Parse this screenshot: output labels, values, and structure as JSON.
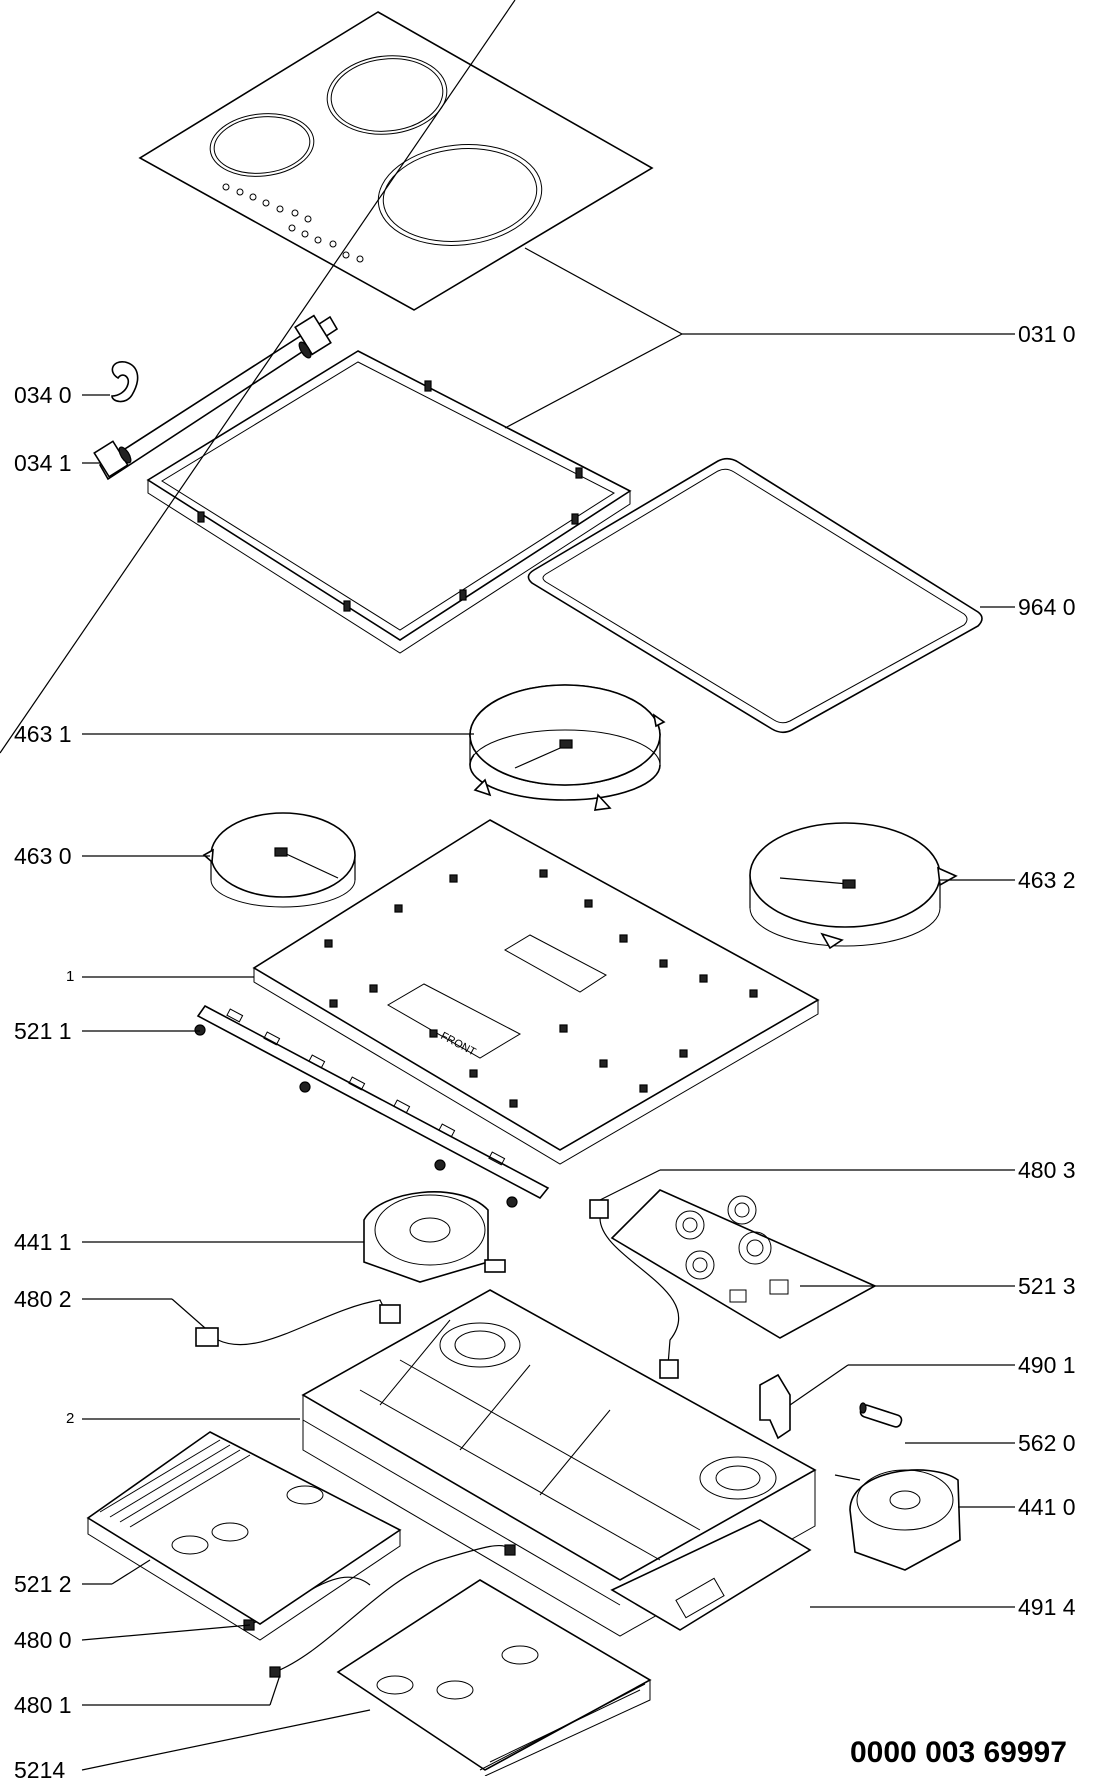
{
  "document_number": "0000 003 69997",
  "labels": {
    "p031_0": "031 0",
    "p034_0": "034 0",
    "p034_1": "034 1",
    "p964_0": "964 0",
    "p463_1": "463 1",
    "p463_0": "463 0",
    "p463_2": "463 2",
    "p1": "1",
    "p521_1": "521 1",
    "p480_3": "480 3",
    "p441_1": "441 1",
    "p521_3": "521 3",
    "p480_2": "480 2",
    "p490_1": "490 1",
    "p2": "2",
    "p562_0": "562 0",
    "p441_0": "441 0",
    "p521_2": "521 2",
    "p491_4": "491 4",
    "p480_0": "480 0",
    "p480_1": "480 1",
    "p5214": "5214"
  },
  "glass_top_text": "FRONT"
}
